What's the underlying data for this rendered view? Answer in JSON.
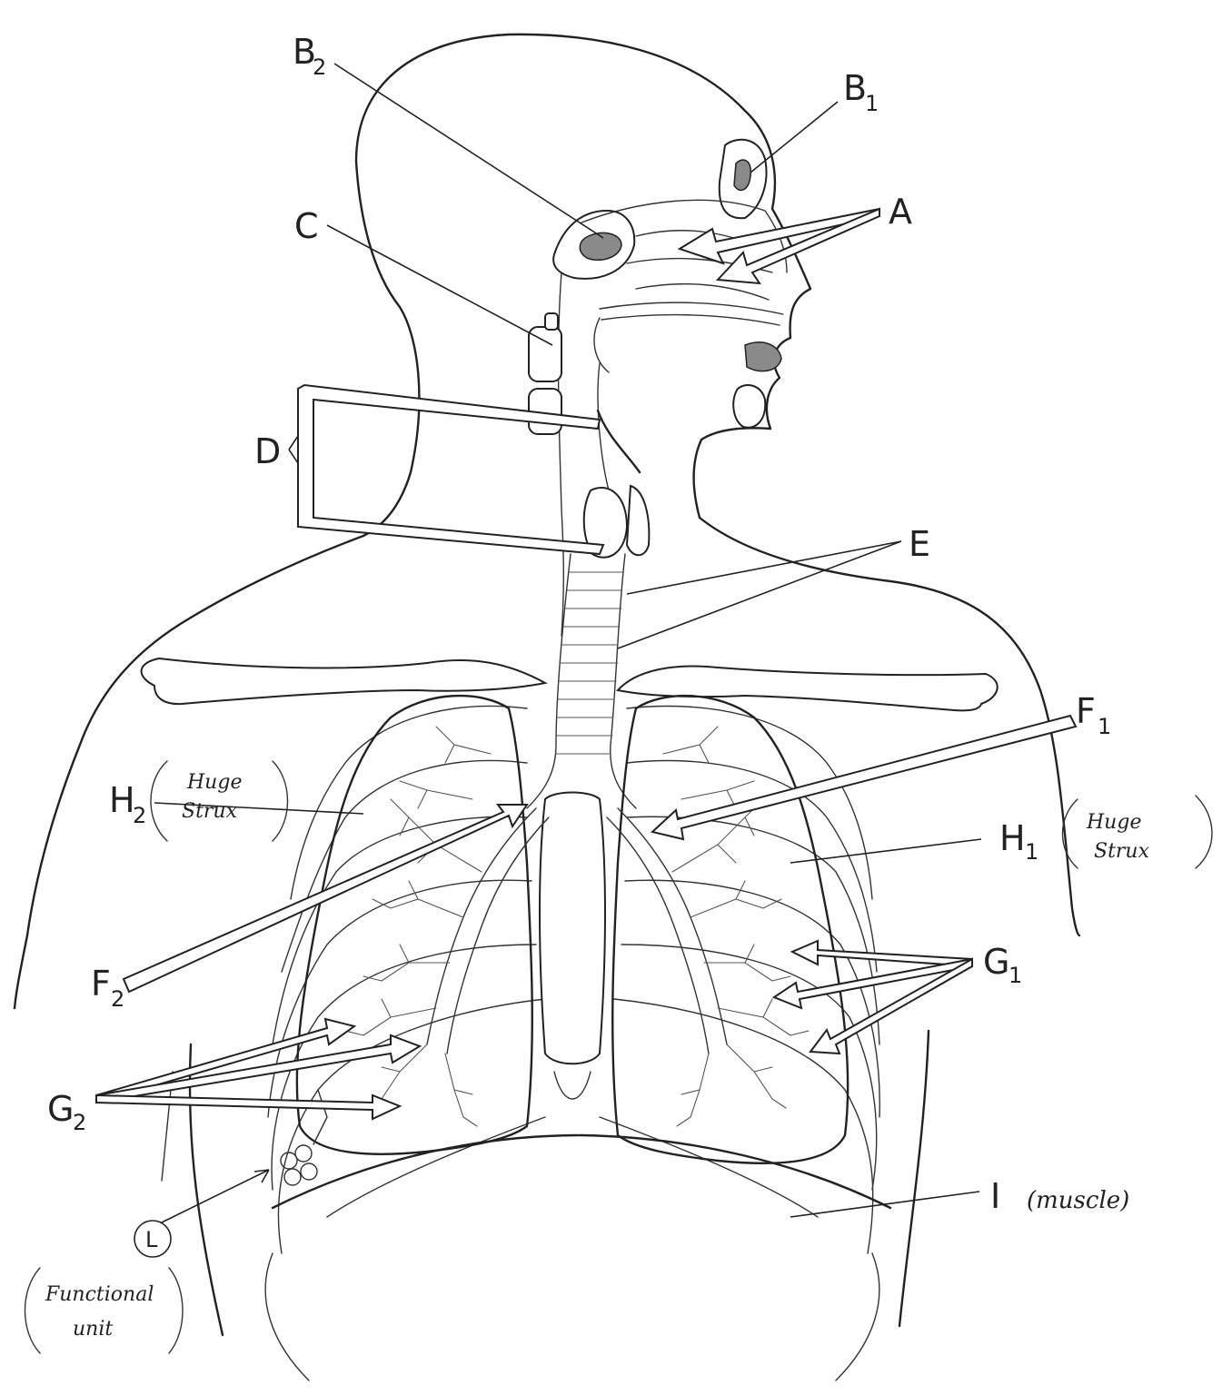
{
  "labels": {
    "A": "A",
    "B1": "B",
    "B1_sub": "1",
    "B2": "B",
    "B2_sub": "2",
    "C": "C",
    "D": "D",
    "E": "E",
    "F1": "F",
    "F1_sub": "1",
    "F2": "F",
    "F2_sub": "2",
    "G1": "G",
    "G1_sub": "1",
    "G2": "G",
    "G2_sub": "2",
    "H1": "H",
    "H1_sub": "1",
    "H2": "H",
    "H2_sub": "2",
    "I": "I",
    "L": "L"
  },
  "notes": {
    "h2_line1": "Huge",
    "h2_line2": "Strux",
    "h1_line1": "Huge",
    "h1_line2": "Strux",
    "i_note": "(muscle)",
    "l_line1": "Functional",
    "l_line2": "unit"
  }
}
